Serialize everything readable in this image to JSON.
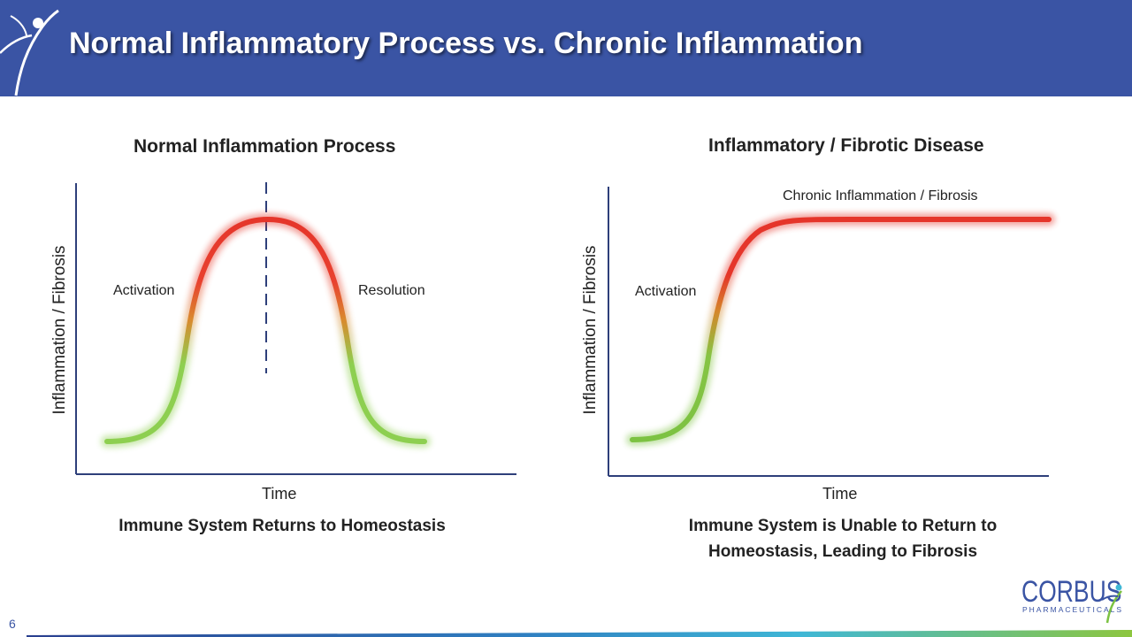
{
  "header": {
    "title": "Normal Inflammatory Process vs. Chronic Inflammation",
    "background": "#3a54a4"
  },
  "left_panel": {
    "title": "Normal Inflammation Process",
    "y_axis_label": "Inflammation  / Fibrosis",
    "x_axis_label": "Time",
    "phase_labels": {
      "rise": "Activation",
      "fall": "Resolution"
    },
    "caption": "Immune System Returns to Homeostasis",
    "curve": "rise-peak-resolve"
  },
  "right_panel": {
    "title": "Inflammatory / Fibrotic Disease",
    "y_axis_label": "Inflammation  / Fibrosis",
    "x_axis_label": "Time",
    "phase_labels": {
      "rise": "Activation",
      "plateau": "Chronic Inflammation / Fibrosis"
    },
    "caption_line1": "Immune System is Unable to Return to",
    "caption_line2": "Homeostasis, Leading to Fibrosis",
    "curve": "rise-plateau"
  },
  "colors": {
    "low": "#7cc242",
    "mid": "#d4872a",
    "high": "#e53a2c",
    "axis": "#2e3f7a",
    "brand": "#3a54a4"
  },
  "footer": {
    "slide_number": "6",
    "brand_name": "CORBUS",
    "brand_sub": "PHARMACEUTICALS"
  }
}
